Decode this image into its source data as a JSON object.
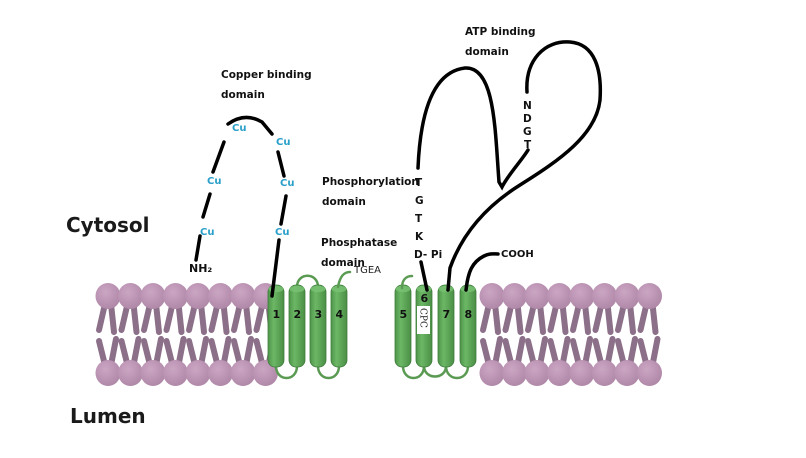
{
  "diagram": {
    "type": "membrane-topology",
    "subject": "P-type ATPase copper transporter",
    "colors": {
      "lipid_head": "#b991b0",
      "lipid_tail": "#8c6f88",
      "helix_fill": "#5fa85a",
      "helix_dark": "#3f7d3c",
      "backbone": "#000000",
      "copper_label": "#2a9fc9"
    },
    "regions": {
      "cytosol": "Cytosol",
      "lumen": "Lumen"
    },
    "domains": {
      "copper_binding": [
        "Copper binding",
        "domain"
      ],
      "atp_binding": [
        "ATP binding",
        "domain"
      ],
      "phosphorylation": [
        "Phosphorylation",
        "domain"
      ],
      "phosphatase": [
        "Phosphatase",
        "domain"
      ]
    },
    "termini": {
      "n_terminus": "NH₂",
      "c_terminus": "COOH"
    },
    "copper_sites": [
      "Cu",
      "Cu",
      "Cu",
      "Cu",
      "Cu",
      "Cu"
    ],
    "motifs": {
      "phosphatase_motif": "TGEA",
      "phosphorylation_motif": [
        "T",
        "G",
        "T",
        "K",
        "D- Pi"
      ],
      "atp_motif": [
        "N",
        "D",
        "G",
        "T"
      ],
      "cpc_motif": "CPC"
    },
    "helices": [
      "1",
      "2",
      "3",
      "4",
      "5",
      "6",
      "7",
      "8"
    ]
  }
}
